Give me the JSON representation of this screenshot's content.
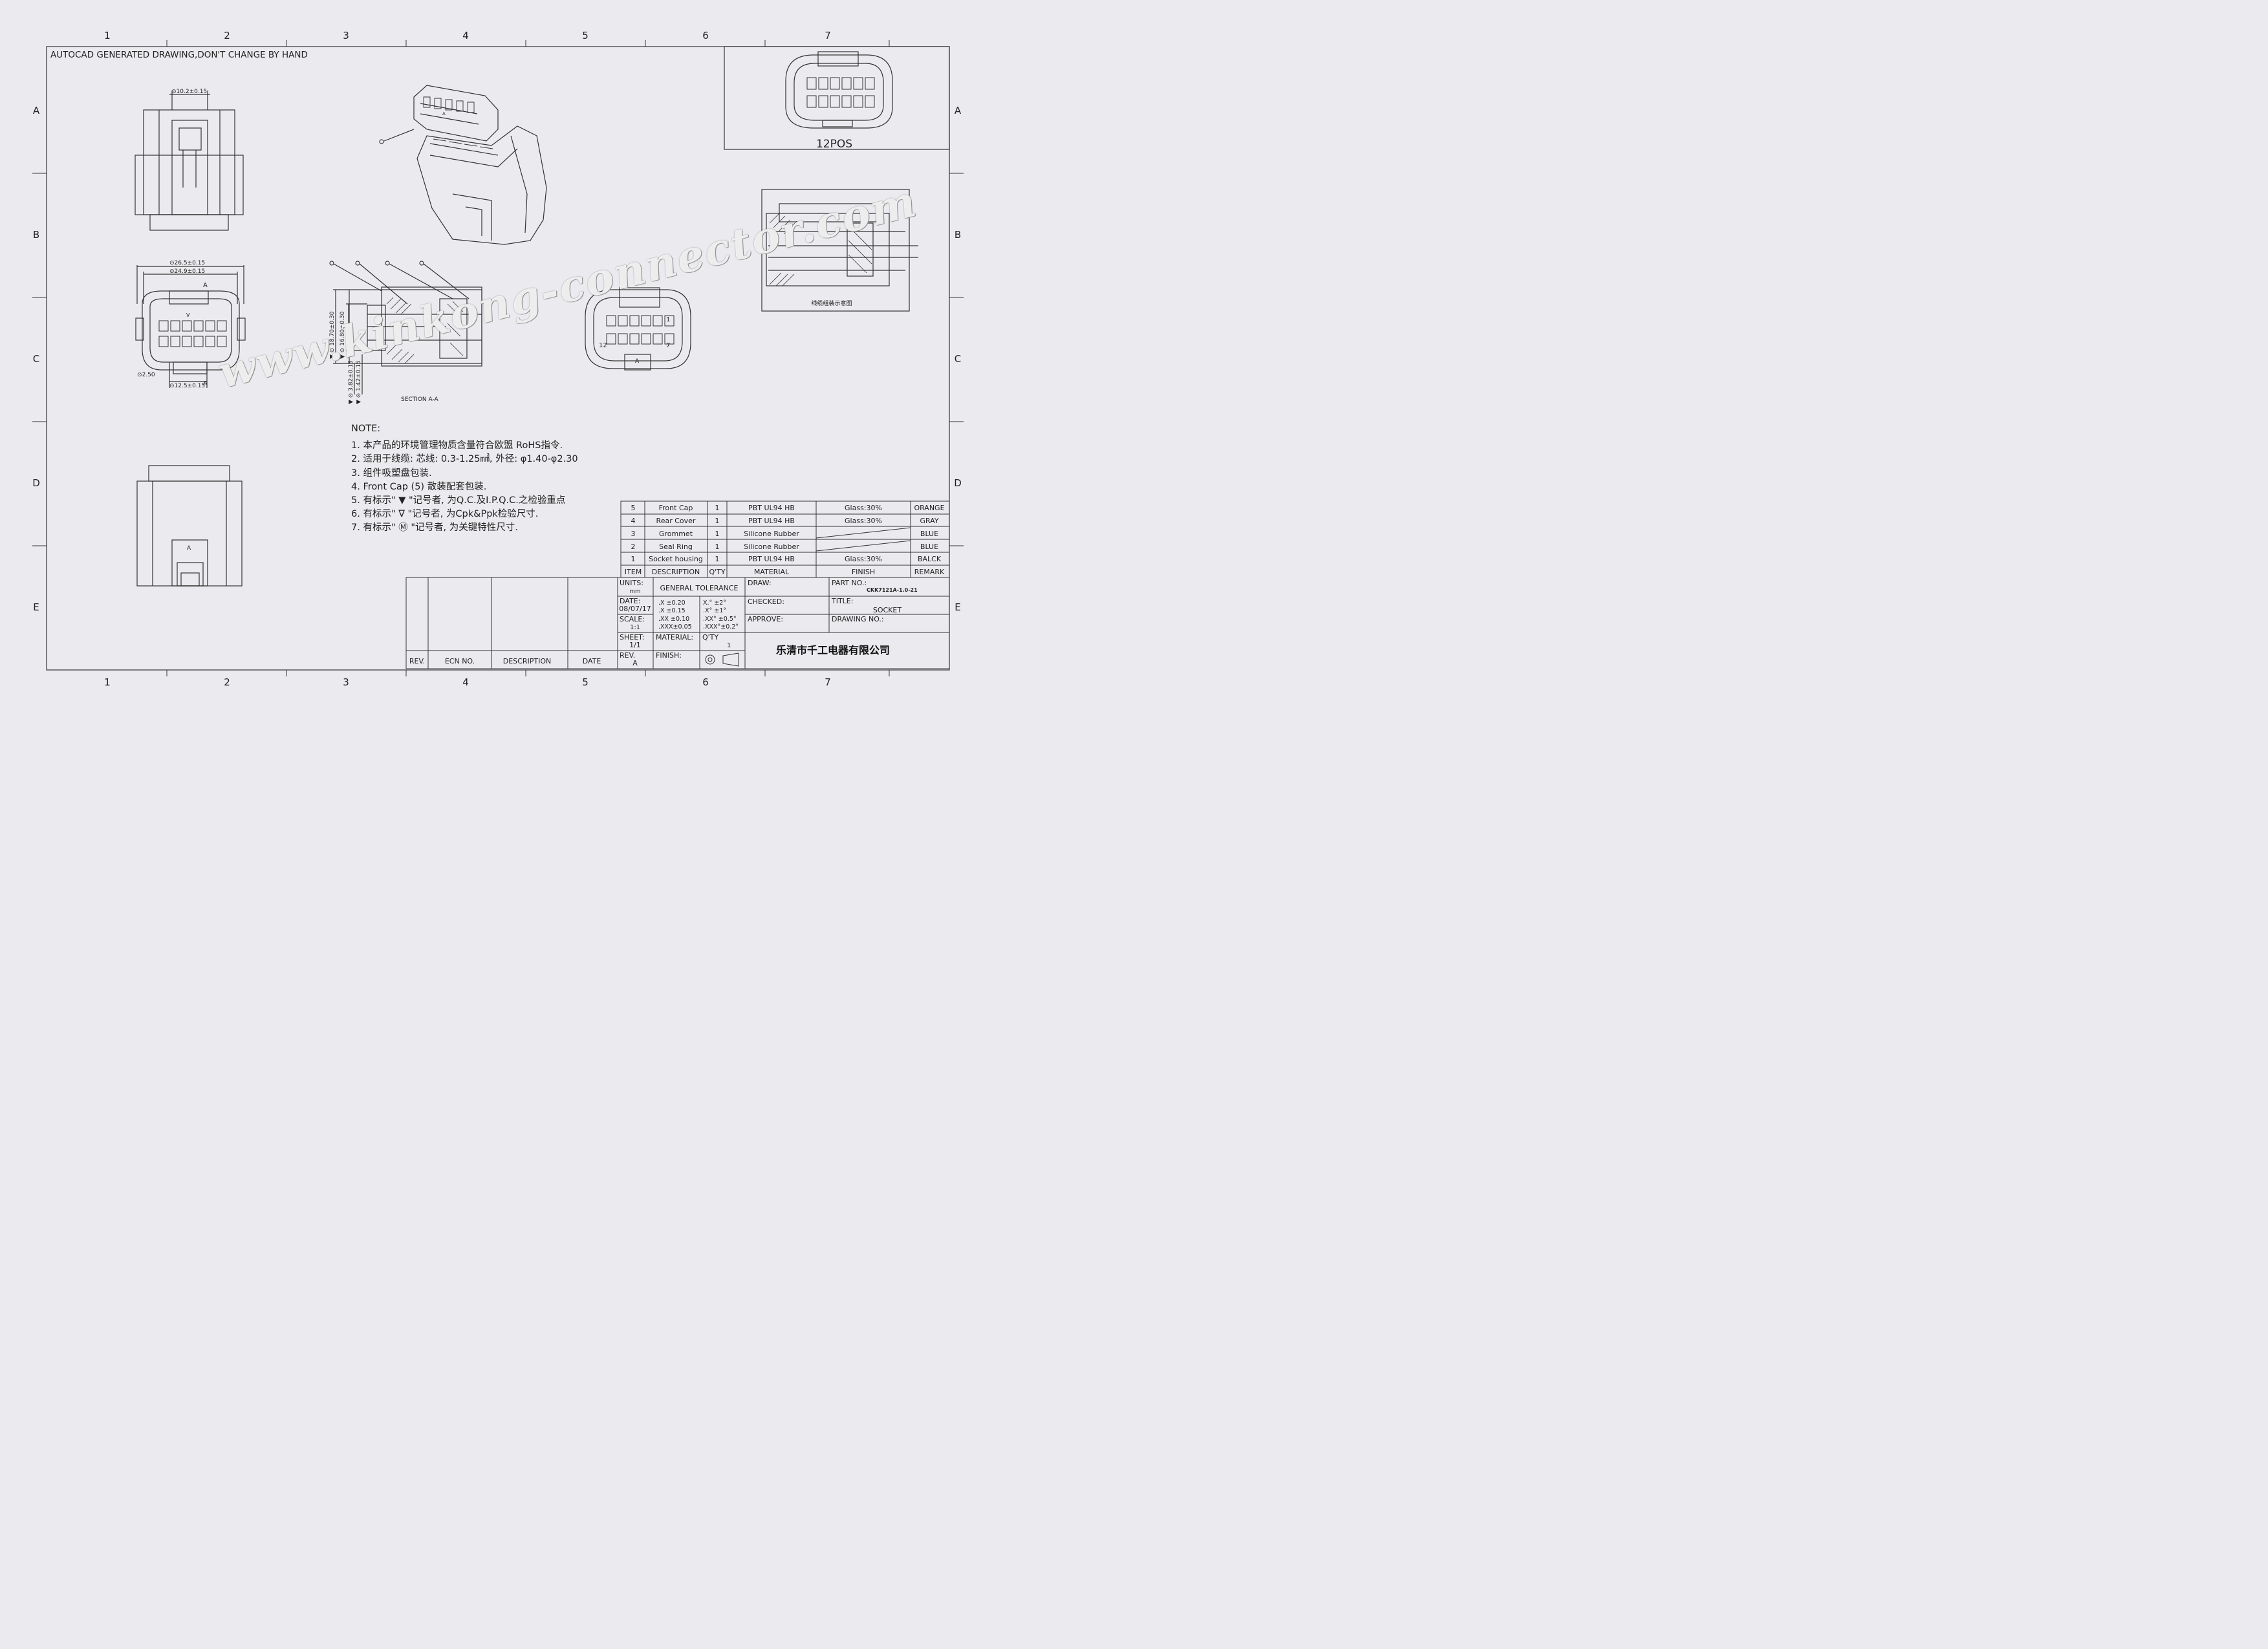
{
  "header_note": "AUTOCAD GENERATED DRAWING,DON'T CHANGE BY HAND",
  "grid": {
    "cols": [
      "1",
      "2",
      "3",
      "4",
      "5",
      "6",
      "7"
    ],
    "rows": [
      "A",
      "B",
      "C",
      "D",
      "E"
    ]
  },
  "dimensions": {
    "top_width": "⊙10.2±0.15",
    "outer_width": "⊙26.5±0.15",
    "inner_width": "⊙24.9±0.15",
    "pitch": "⊙2.50",
    "bottom_width": "⊙12.5±0.15",
    "section_h1": "▼ ⊙ 18.70±0.30",
    "section_h2": "▼ ⊙ 16.80±0.30",
    "section_h3": "▼ ⊙ 3.82±0.15",
    "section_h4": "▼ ⊙ 1.42±0.15",
    "label_a": "A",
    "label_v": "V"
  },
  "labels": {
    "section": "SECTION A-A",
    "pos_12": "12POS",
    "assembly_caption": "线缆组装示意图",
    "pin_1": "1",
    "pin_7": "7",
    "pin_12": "12",
    "key_a": "A"
  },
  "notes": {
    "title": "NOTE:",
    "items": [
      "1.  本产品的环境管理物质含量符合欧盟  RoHS指令.",
      "2.  适用于线缆: 芯线: 0.3-1.25㎟, 外径: φ1.40-φ2.30",
      "3.  组件吸塑盘包装.",
      "4.  Front  Cap  (5)  散装配套包装.",
      "5.  有标示\" ▼ \"记号者, 为Q.C.及I.P.Q.C.之检验重点",
      "6.  有标示\" ∇ \"记号者, 为Cpk&Ppk检验尺寸.",
      "7.  有标示\" Ⓜ \"记号者, 为关键特性尺寸."
    ]
  },
  "bom": {
    "headers": [
      "ITEM",
      "DESCRIPTION",
      "Q'TY",
      "MATERIAL",
      "FINISH",
      "REMARK"
    ],
    "rows": [
      {
        "item": "5",
        "description": "Front  Cap",
        "qty": "1",
        "material": "PBT   UL94  HB",
        "finish": "Glass:30%",
        "remark": "ORANGE"
      },
      {
        "item": "4",
        "description": "Rear  Cover",
        "qty": "1",
        "material": "PBT   UL94  HB",
        "finish": "Glass:30%",
        "remark": "GRAY"
      },
      {
        "item": "3",
        "description": "Grommet",
        "qty": "1",
        "material": "Silicone  Rubber",
        "finish": "",
        "remark": "BLUE"
      },
      {
        "item": "2",
        "description": "Seal  Ring",
        "qty": "1",
        "material": "Silicone  Rubber",
        "finish": "",
        "remark": "BLUE"
      },
      {
        "item": "1",
        "description": "Socket  housing",
        "qty": "1",
        "material": "PBT   UL94  HB",
        "finish": "Glass:30%",
        "remark": "BALCK"
      }
    ]
  },
  "title_block": {
    "rev_headers": [
      "REV.",
      "ECN  NO.",
      "DESCRIPTION",
      "DATE"
    ],
    "units_label": "UNITS:",
    "units_value": "mm",
    "general_tolerance": "GENERAL  TOLERANCE",
    "date_label": "DATE:",
    "date_value": "08/07/17",
    "scale_label": "SCALE:",
    "scale_value": "1:1",
    "sheet_label": "SHEET:",
    "sheet_value": "1/1",
    "rev_label": "REV.",
    "rev_value": "A",
    "tol_linear": [
      ".X     ±0.20",
      ".X     ±0.15",
      ".XX   ±0.10",
      ".XXX±0.05"
    ],
    "tol_angular": [
      "X.°    ±2°",
      ".X°    ±1°",
      ".XX°  ±0.5°",
      ".XXX°±0.2°"
    ],
    "material_label": "MATERIAL:",
    "qty_label": "Q'TY",
    "qty_value": "1",
    "finish_label": "FINISH:",
    "draw_label": "DRAW:",
    "checked_label": "CHECKED:",
    "approve_label": "APPROVE:",
    "part_no_label": "PART  NO.:",
    "part_no_value": "CKK7121A-1.0-21",
    "title_label": "TITLE:",
    "title_value": "SOCKET",
    "drawing_no_label": "DRAWING  NO.:",
    "company": "乐清市千工电器有限公司"
  },
  "watermark": "www.kinkong-connector.com"
}
